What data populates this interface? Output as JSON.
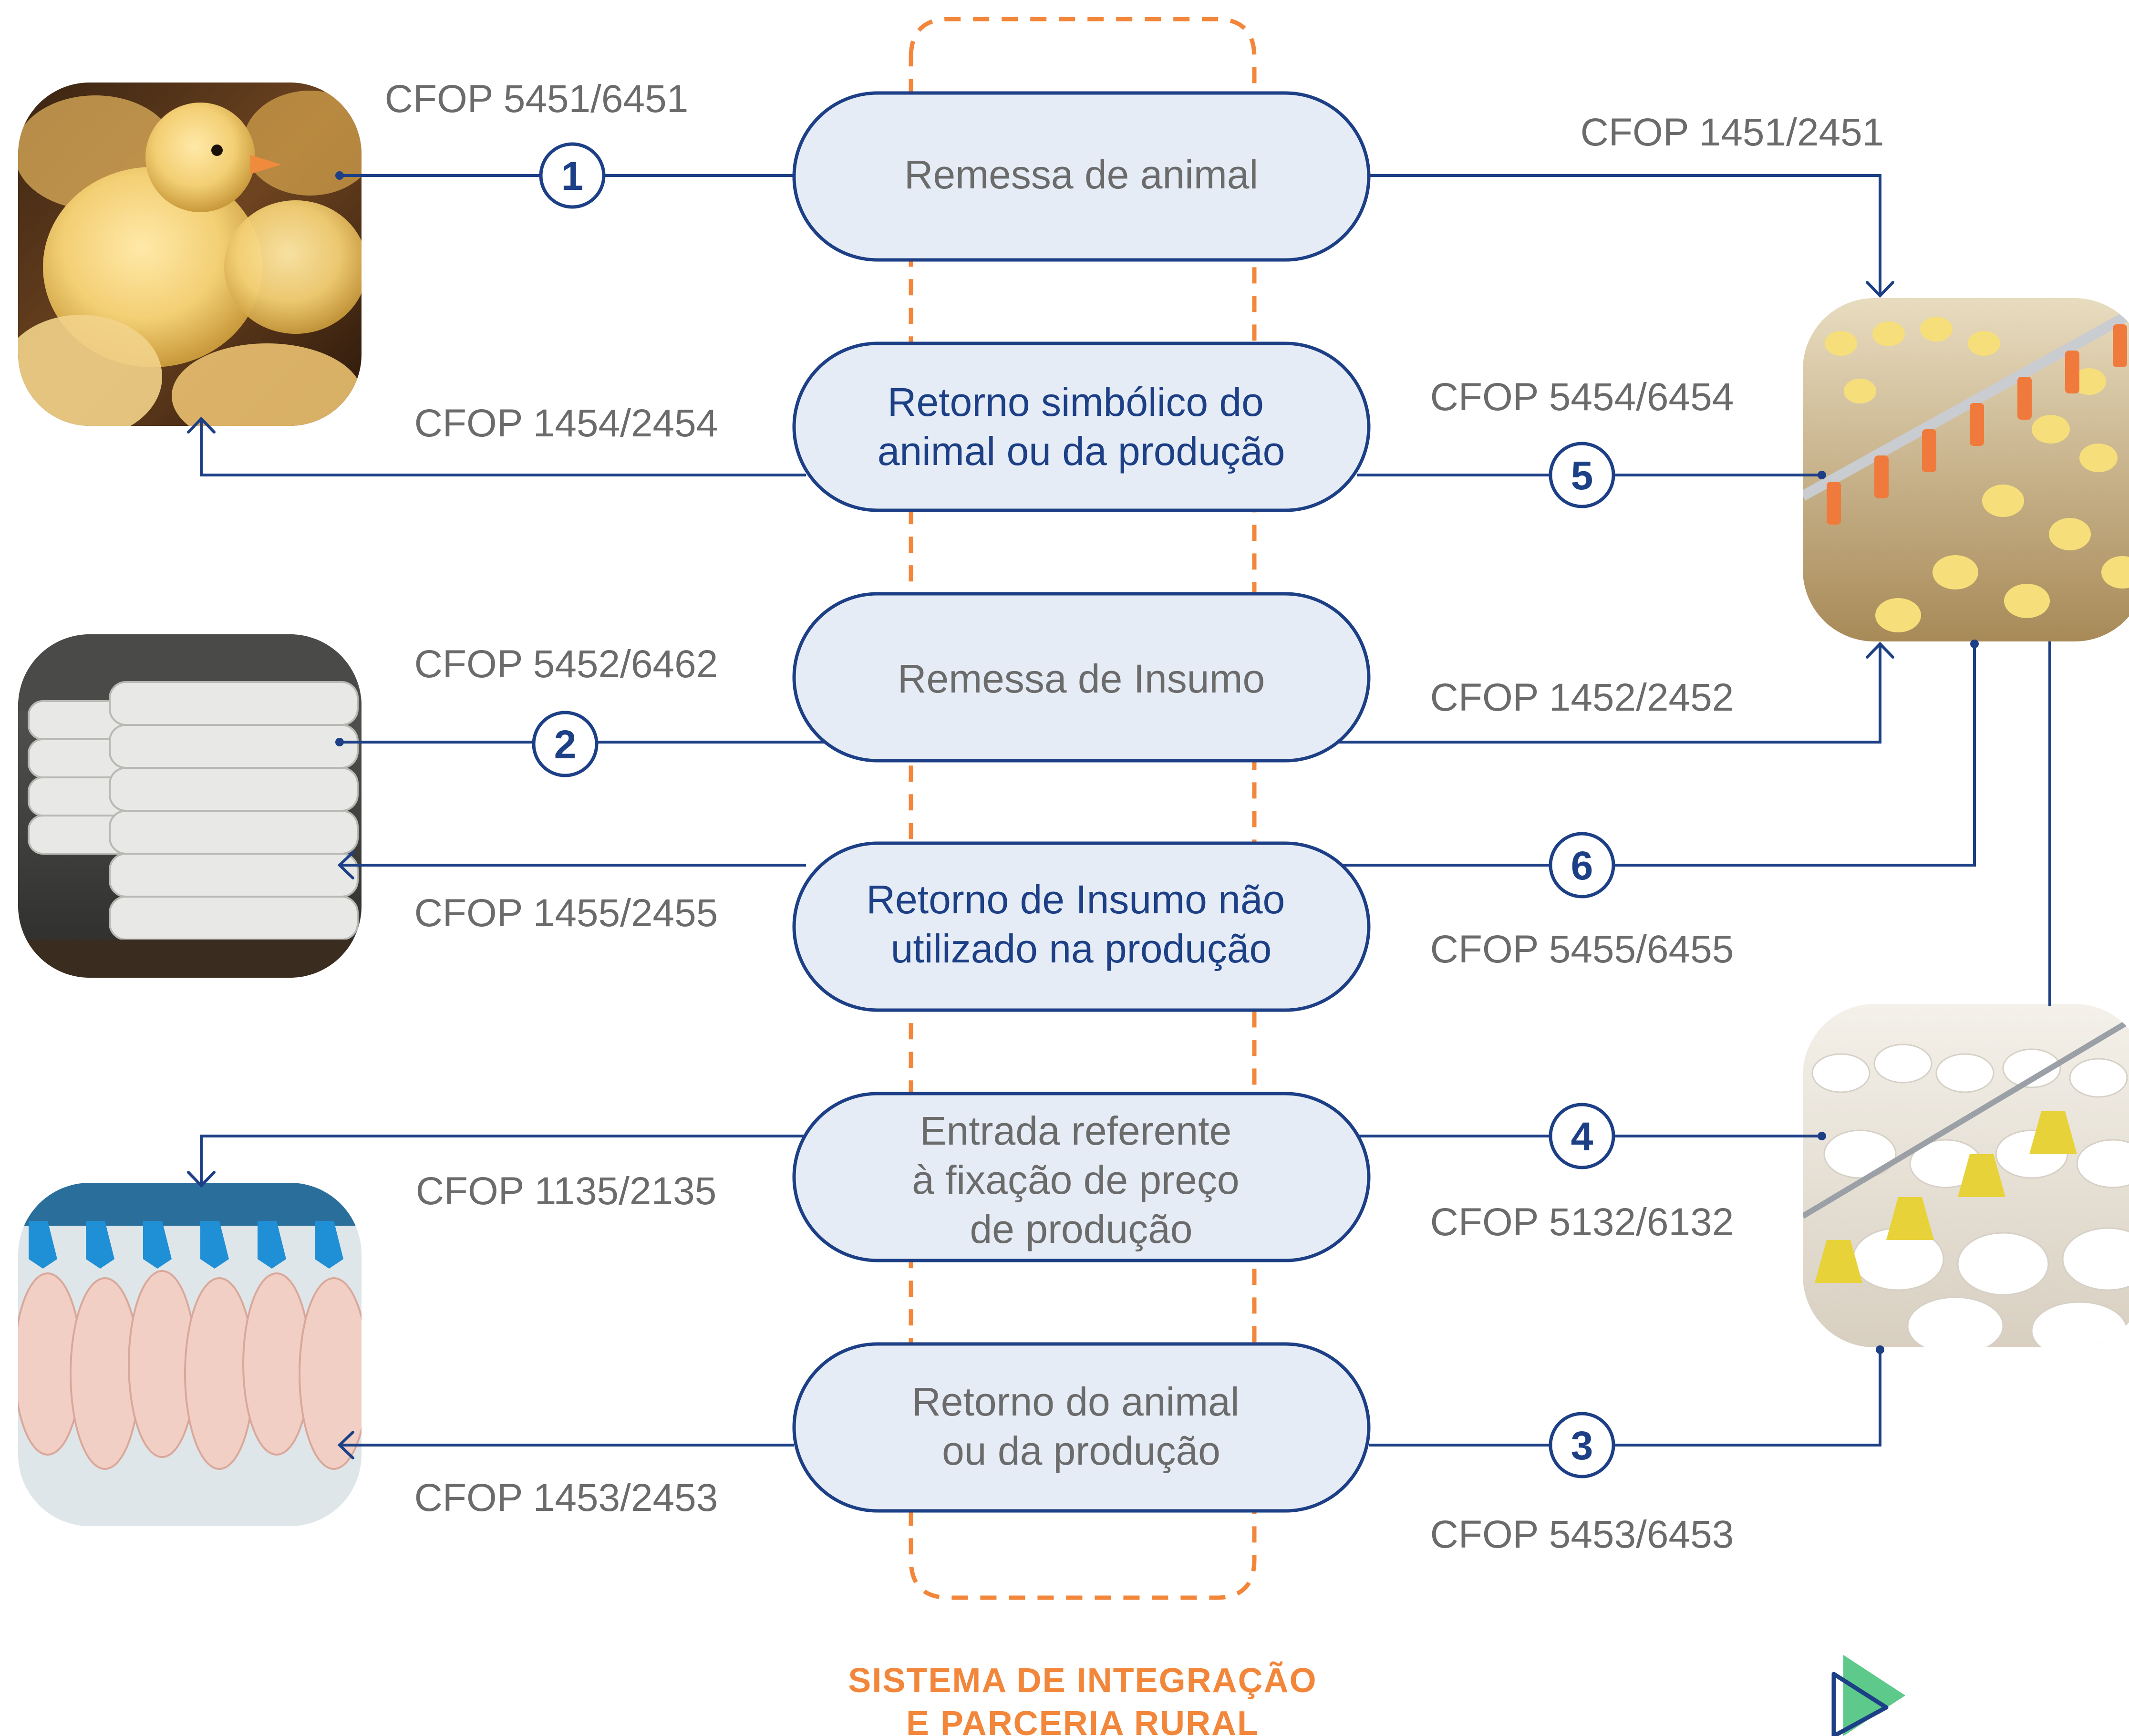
{
  "colors": {
    "navy": "#1c3f86",
    "pill_fill": "#e6ecf5",
    "gray_text": "#6b6b6b",
    "orange": "#f2863a"
  },
  "cfop": {
    "c1": "CFOP 5451/6451",
    "c2": "CFOP 1451/2451",
    "c3": "CFOP 1454/2454",
    "c4": "CFOP 5454/6454",
    "c5": "CFOP 5452/6462",
    "c6": "CFOP 1452/2452",
    "c7": "CFOP 1455/2455",
    "c8": "CFOP 5455/6455",
    "c9": "CFOP 1135/2135",
    "c10": "CFOP 5132/6132",
    "c11": "CFOP 1453/2453",
    "c12": "CFOP 5453/6453"
  },
  "pills": {
    "p1": [
      "Remessa de animal"
    ],
    "p2": [
      "Retorno simbólico do",
      "animal ou da produção"
    ],
    "p3": [
      "Remessa de Insumo"
    ],
    "p4": [
      "Retorno de Insumo não",
      "utilizado na produção"
    ],
    "p5": [
      "Entrada referente",
      "à fixação de preço",
      "de produção"
    ],
    "p6": [
      "Retorno do animal",
      "ou da produção"
    ]
  },
  "steps": {
    "s1": "1",
    "s2": "2",
    "s3": "3",
    "s4": "4",
    "s5": "5",
    "s6": "6"
  },
  "images": {
    "chicks": "chicks-photo",
    "feed_bags": "feed-bags-photo",
    "processing": "processing-line-photo",
    "farm_chicks": "farm-chicks-photo",
    "farm_chickens": "farm-chickens-photo"
  },
  "footer": {
    "line1": "SISTEMA DE INTEGRAÇÃO",
    "line2": "E PARCERIA RURAL"
  },
  "logo": "play-logo-icon"
}
